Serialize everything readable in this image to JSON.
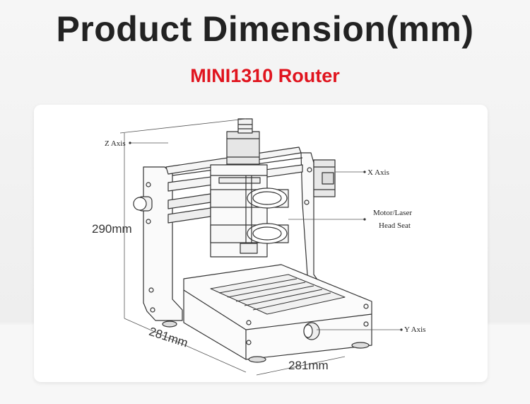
{
  "header": {
    "title": "Product Dimension(mm)",
    "subtitle": "MINI1310 Router"
  },
  "diagram": {
    "labels": {
      "z_axis": "Z Axis",
      "x_axis": "X Axis",
      "motor_line1": "Motor/Laser",
      "motor_line2": "Head Seat",
      "y_axis": "Y Axis"
    },
    "dimensions": {
      "height": "290mm",
      "depth": "281mm",
      "width": "281mm"
    }
  },
  "colors": {
    "title": "#222222",
    "subtitle": "#e0141e",
    "line": "#333333"
  }
}
